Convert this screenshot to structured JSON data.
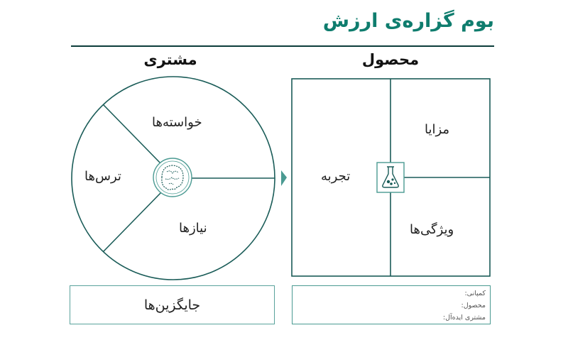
{
  "title": "بوم گزاره‌ی ارزش",
  "sections": {
    "customer": "مشتری",
    "product": "محصول"
  },
  "customer_circle": {
    "wants": "خواسته‌ها",
    "fears": "ترس‌ها",
    "needs": "نیازها",
    "center_icon": "brain-icon"
  },
  "product_square": {
    "benefits": "مزایا",
    "experience": "تجربه",
    "features": "ویژگی‌ها",
    "center_icon": "flask-icon"
  },
  "alternatives": "جایگزین‌ها",
  "info": {
    "company": "کمپانی:",
    "product": "محصول:",
    "ideal_customer": "مشتری ایده‌آل:"
  },
  "colors": {
    "title": "#0f7d6e",
    "lines": "#1a5c58",
    "accent": "#4a9a92"
  }
}
